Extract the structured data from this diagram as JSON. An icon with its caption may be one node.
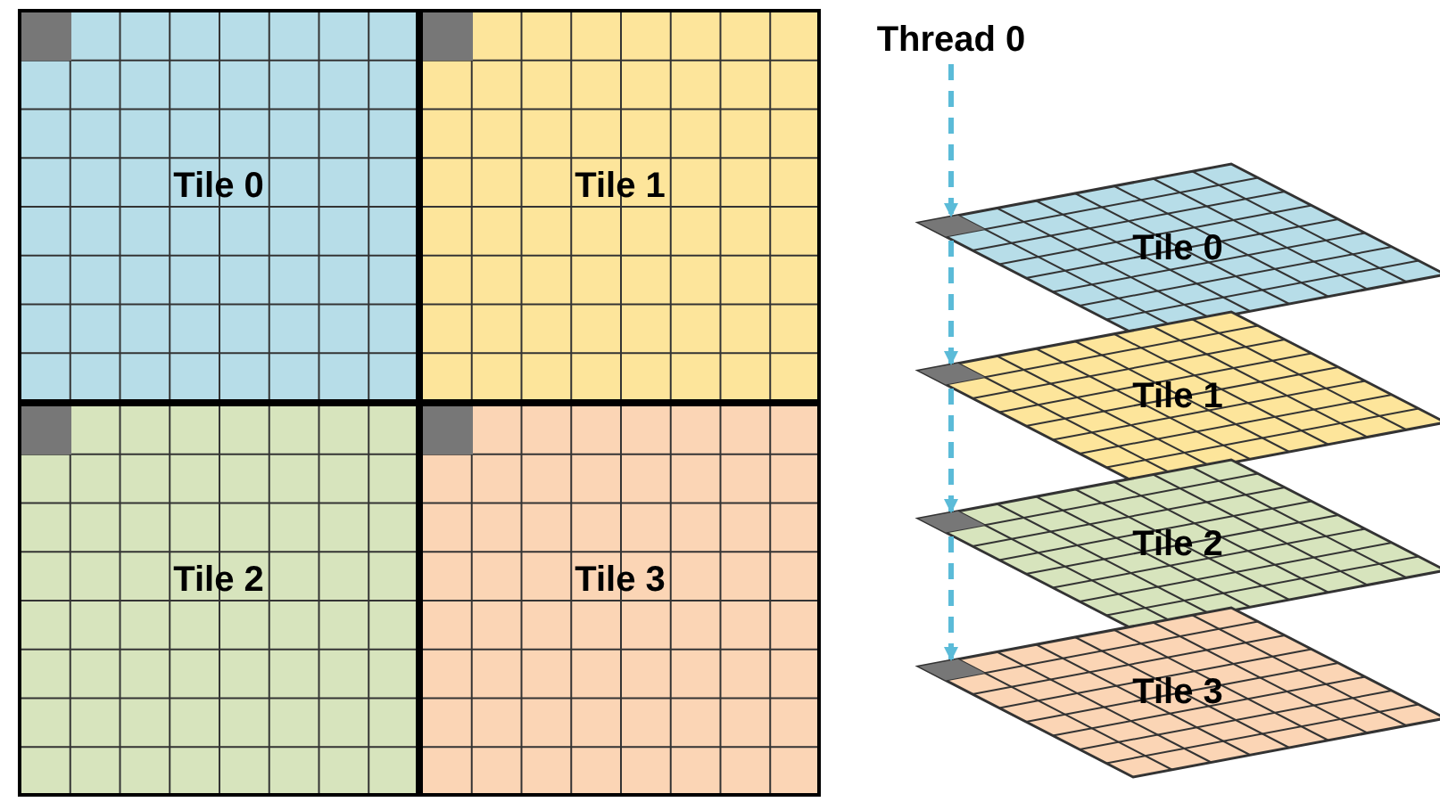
{
  "diagram": {
    "nodes": [
      {
        "text": [
          "Tile 0"
        ]
      },
      {
        "text": [
          "Tile 1"
        ]
      },
      {
        "text": [
          "Tile 2"
        ]
      },
      {
        "text": [
          "Tile 3"
        ]
      },
      {
        "text": [
          "Thread 0"
        ]
      },
      {
        "text": [
          "Tile 0"
        ]
      },
      {
        "text": [
          "Tile 1"
        ]
      },
      {
        "text": [
          "Tile 2"
        ]
      },
      {
        "text": [
          "Tile 3"
        ]
      }
    ],
    "edges": [
      {
        "from": 4,
        "to": 5,
        "arrow": "to",
        "style": "dashed"
      },
      {
        "from": 5,
        "to": 6,
        "arrow": "to",
        "style": "dashed"
      },
      {
        "from": 6,
        "to": 7,
        "arrow": "to",
        "style": "dashed"
      },
      {
        "from": 7,
        "to": 8,
        "arrow": "to",
        "style": "dashed"
      }
    ]
  }
}
